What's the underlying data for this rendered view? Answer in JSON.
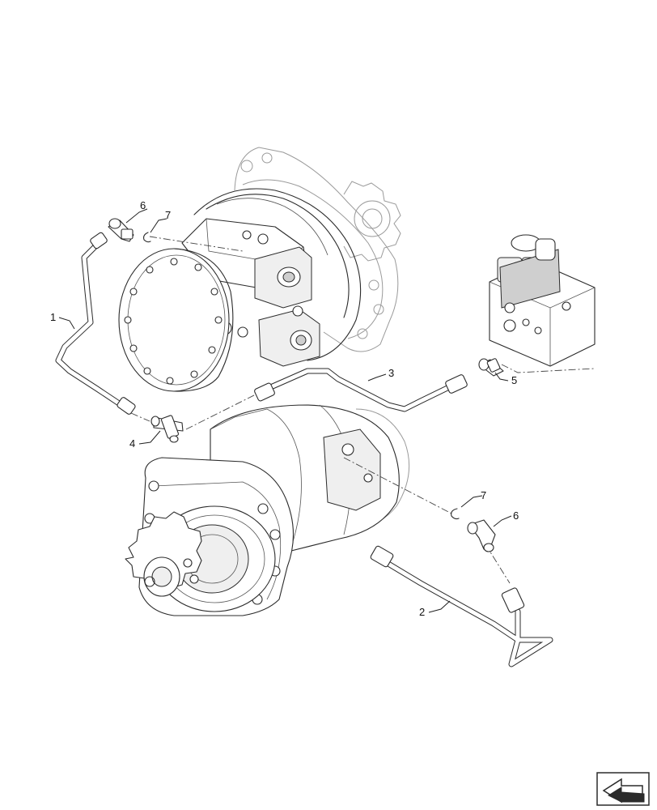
{
  "callouts": [
    {
      "id": "c1",
      "label": "1"
    },
    {
      "id": "c2",
      "label": "2"
    },
    {
      "id": "c3",
      "label": "3"
    },
    {
      "id": "c4",
      "label": "4"
    },
    {
      "id": "c5",
      "label": "5"
    },
    {
      "id": "c6a",
      "label": "6"
    },
    {
      "id": "c6b",
      "label": "6"
    },
    {
      "id": "c7a",
      "label": "7"
    },
    {
      "id": "c7b",
      "label": "7"
    }
  ],
  "nav_icon": "next-page-arrow-icon"
}
